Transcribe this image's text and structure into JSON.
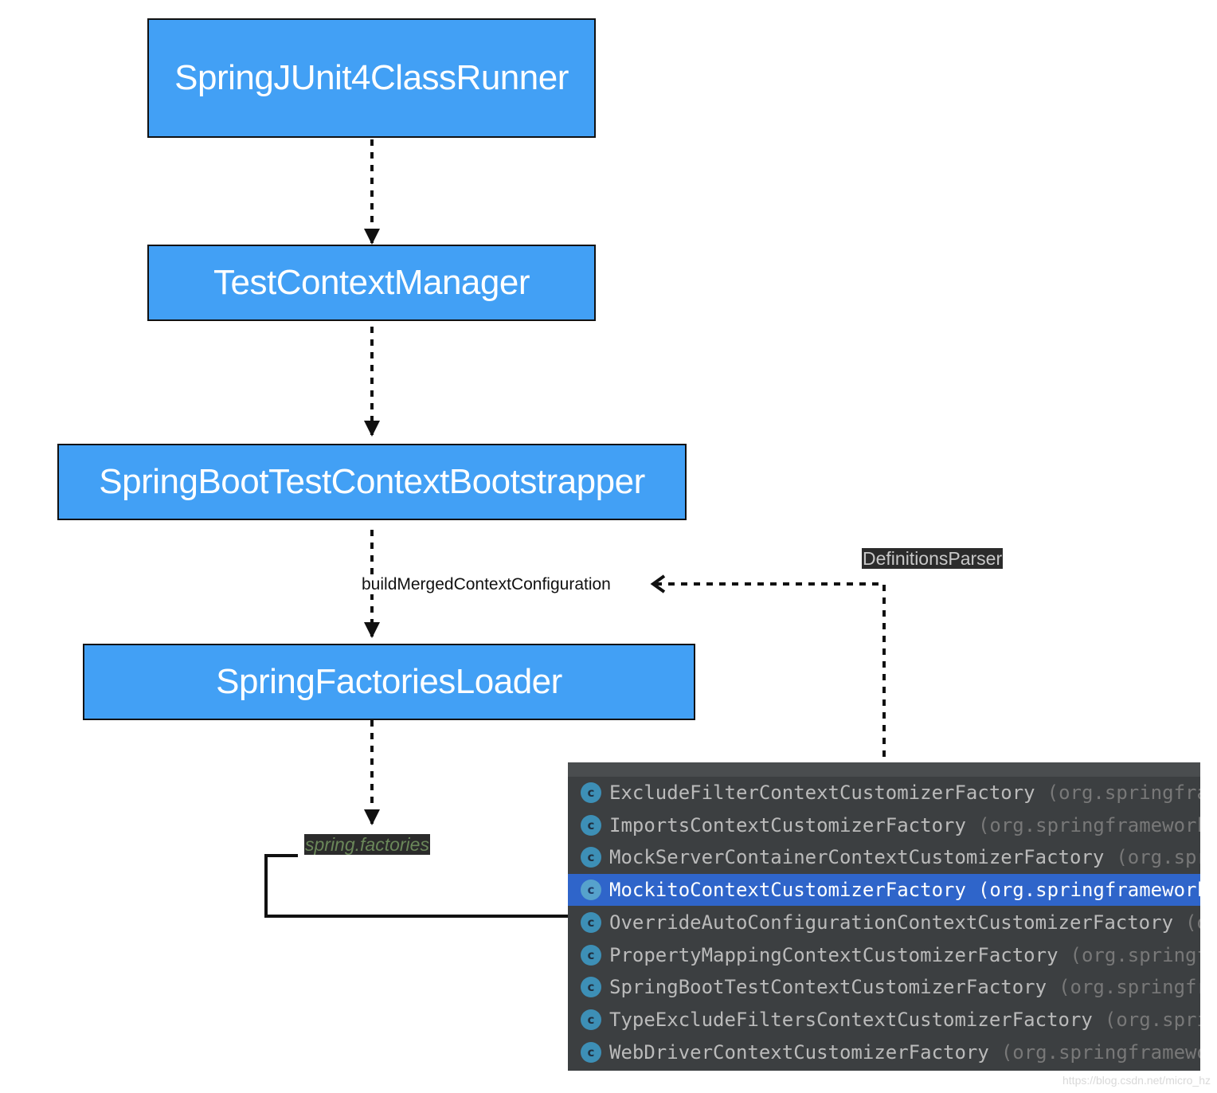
{
  "nodes": {
    "runner": "SpringJUnit4ClassRunner",
    "manager": "TestContextManager",
    "bootstrapper": "SpringBootTestContextBootstrapper",
    "loader": "SpringFactoriesLoader"
  },
  "edge_label": "buildMergedContextConfiguration",
  "tags": {
    "definitions_parser": "DefinitionsParser",
    "spring_factories": "spring.factories"
  },
  "popup": {
    "icon_letter": "c",
    "items": [
      {
        "name": "ExcludeFilterContextCustomizerFactory",
        "pkg": "(org.springfra",
        "selected": false
      },
      {
        "name": "ImportsContextCustomizerFactory",
        "pkg": "(org.springframework",
        "selected": false
      },
      {
        "name": "MockServerContainerContextCustomizerFactory",
        "pkg": "(org.spr",
        "selected": false
      },
      {
        "name": "MockitoContextCustomizerFactory",
        "pkg": "(org.springframework",
        "selected": true
      },
      {
        "name": "OverrideAutoConfigurationContextCustomizerFactory",
        "pkg": "(o",
        "selected": false
      },
      {
        "name": "PropertyMappingContextCustomizerFactory",
        "pkg": "(org.springf",
        "selected": false
      },
      {
        "name": "SpringBootTestContextCustomizerFactory",
        "pkg": "(org.springfr",
        "selected": false
      },
      {
        "name": "TypeExcludeFiltersContextCustomizerFactory",
        "pkg": "(org.spri",
        "selected": false
      },
      {
        "name": "WebDriverContextCustomizerFactory",
        "pkg": "(org.springframewo",
        "selected": false
      }
    ]
  },
  "watermark": "https://blog.csdn.net/micro_hz",
  "colors": {
    "node_fill": "#42a0f5",
    "popup_bg": "#3c3f41",
    "selected_row": "#2f65ca",
    "tag_bg": "#2b2b2b",
    "spring_factories_text": "#6a8759"
  }
}
